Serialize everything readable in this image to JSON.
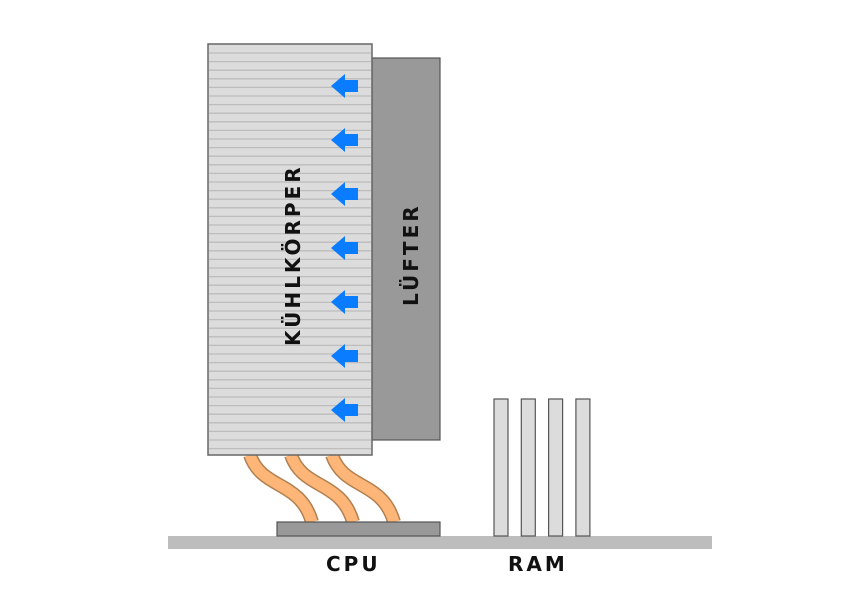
{
  "labels": {
    "heatsink": "Kühlkörper",
    "fan": "Lüfter",
    "cpu": "CPU",
    "ram": "RAM"
  },
  "components": {
    "heatsink": {
      "name": "Kühlkörper",
      "fin_color": "#bfbfbf",
      "fill": "#dcdcdc"
    },
    "fan": {
      "name": "Lüfter",
      "fill": "#999999"
    },
    "airflow_arrows": {
      "count": 7,
      "direction": "left",
      "color": "#0a7cff"
    },
    "heatpipes": {
      "count": 3,
      "color": "#fdb677"
    },
    "cpu": {
      "name": "CPU",
      "fill": "#999999"
    },
    "ram_modules": {
      "count": 4,
      "fill": "#dcdcdc"
    },
    "motherboard": {
      "fill": "#bdbdbd"
    }
  }
}
